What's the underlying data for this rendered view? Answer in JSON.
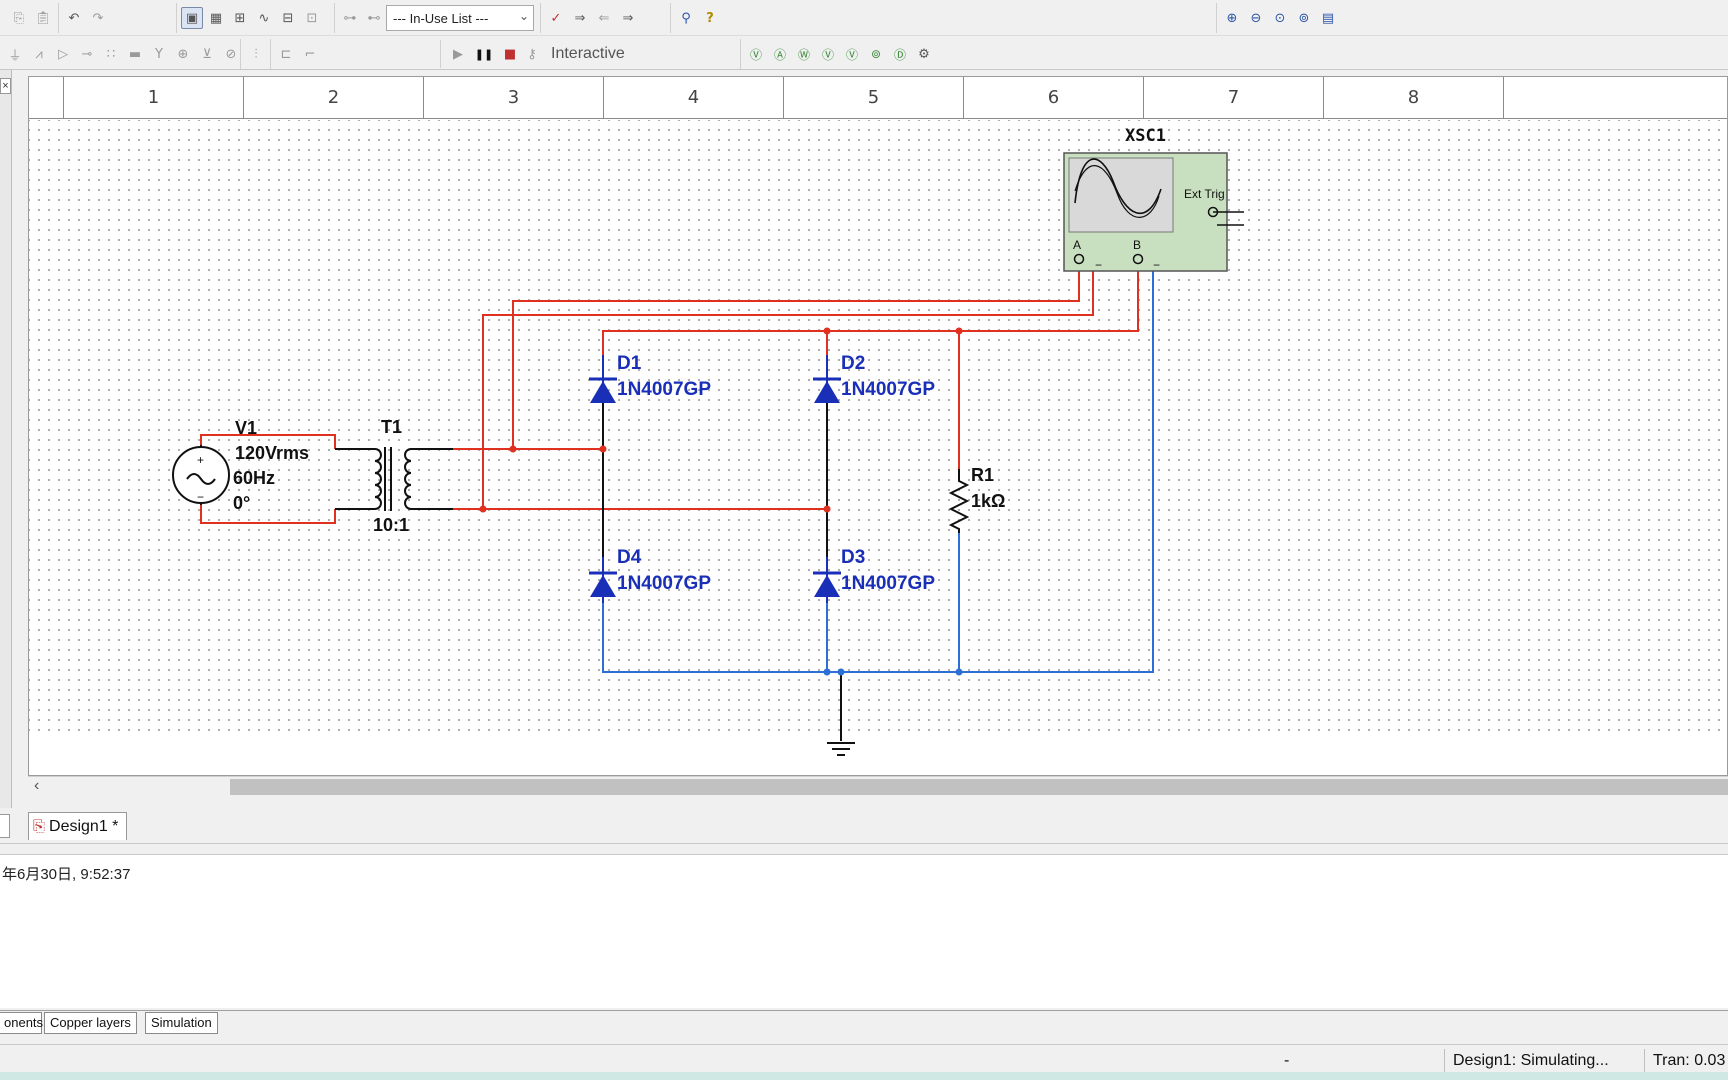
{
  "toolbar": {
    "inuse_list": "--- In-Use List ---",
    "interactive_label": "Interactive"
  },
  "ruler": {
    "columns": [
      "1",
      "2",
      "3",
      "4",
      "5",
      "6",
      "7",
      "8"
    ]
  },
  "schematic": {
    "source": {
      "ref": "V1",
      "voltage": "120Vrms",
      "frequency": "60Hz",
      "phase": "0°"
    },
    "transformer": {
      "ref": "T1",
      "ratio": "10:1"
    },
    "diodes": [
      {
        "ref": "D1",
        "model": "1N4007GP"
      },
      {
        "ref": "D2",
        "model": "1N4007GP"
      },
      {
        "ref": "D3",
        "model": "1N4007GP"
      },
      {
        "ref": "D4",
        "model": "1N4007GP"
      }
    ],
    "resistor": {
      "ref": "R1",
      "value": "1kΩ"
    },
    "scope": {
      "ref": "XSC1",
      "ext_trig": "Ext Trig",
      "ch_a": "A",
      "ch_b": "B"
    }
  },
  "colors": {
    "wire_red": "#e03020",
    "wire_blue": "#2c6fd6",
    "diode_blue": "#1a2fb8",
    "scope_body": "#c8e0c0"
  },
  "tabs": {
    "design": "Design1 *"
  },
  "output": {
    "log": "年6月30日, 9:52:37"
  },
  "bottom_tabs": [
    "onents",
    "Copper layers",
    "Simulation"
  ],
  "status": {
    "dash": "-",
    "state": "Design1: Simulating...",
    "tran": "Tran: 0.03"
  }
}
